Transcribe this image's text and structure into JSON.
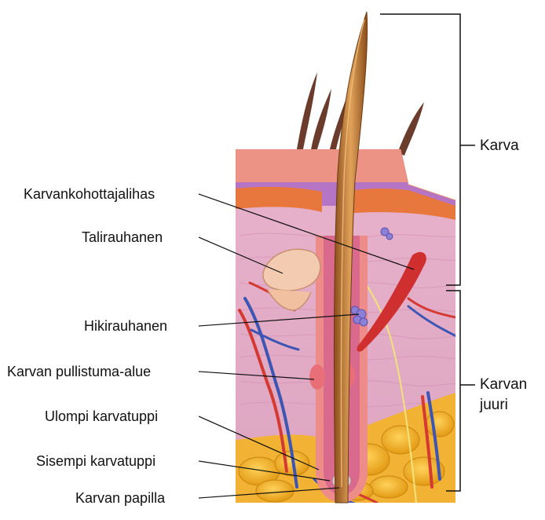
{
  "labels": {
    "arrector_muscle": "Karvankohottajalihas",
    "sebaceous_gland": "Talirauhanen",
    "sweat_gland": "Hikirauhanen",
    "bulge": "Karvan pullistuma-alue",
    "outer_sheath": "Ulompi karvatuppi",
    "inner_sheath": "Sisempi karvatuppi",
    "papilla": "Karvan papilla"
  },
  "brackets": {
    "shaft": "Karva",
    "root_line1": "Karvan",
    "root_line2": "juuri"
  },
  "colors": {
    "epidermis": "#e9897f",
    "dermis": "#ecc3d3",
    "fat": "#f0b233",
    "hair": "#c7782b",
    "muscle": "#cf2f2f",
    "gland": "#f3cbb0",
    "sweat_gland": "#8b7fd6",
    "artery": "#d43a32",
    "vein": "#3e56b3",
    "nerve": "#f1e37a"
  }
}
